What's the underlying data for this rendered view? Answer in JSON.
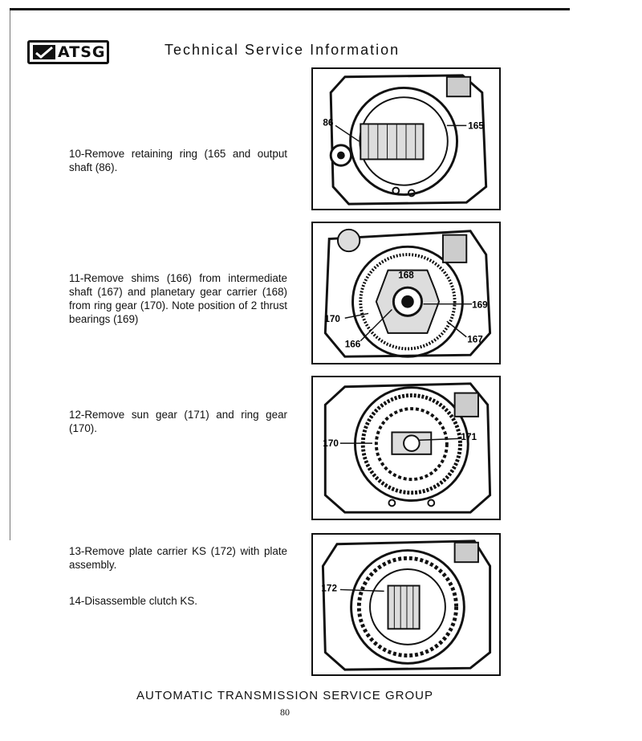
{
  "header": {
    "logo_text": "ATSG",
    "title": "Technical Service Information"
  },
  "steps": [
    {
      "text": "10-Remove retaining ring (165 and output shaft (86)."
    },
    {
      "text": "11-Remove shims (166) from intermediate shaft (167) and planetary gear carrier (168) from ring gear (170). Note position of 2 thrust bearings (169)"
    },
    {
      "text": "12-Remove sun gear (171) and ring gear (170)."
    },
    {
      "text": "13-Remove plate carrier KS (172) with plate assembly."
    },
    {
      "text": "14-Disassemble clutch KS."
    }
  ],
  "figures": [
    {
      "callouts": [
        "86",
        "165"
      ]
    },
    {
      "callouts": [
        "168",
        "169",
        "170",
        "166",
        "167"
      ]
    },
    {
      "callouts": [
        "170",
        "171"
      ]
    },
    {
      "callouts": [
        "172"
      ]
    }
  ],
  "footer": {
    "title": "AUTOMATIC TRANSMISSION SERVICE GROUP",
    "page_number": "80"
  }
}
